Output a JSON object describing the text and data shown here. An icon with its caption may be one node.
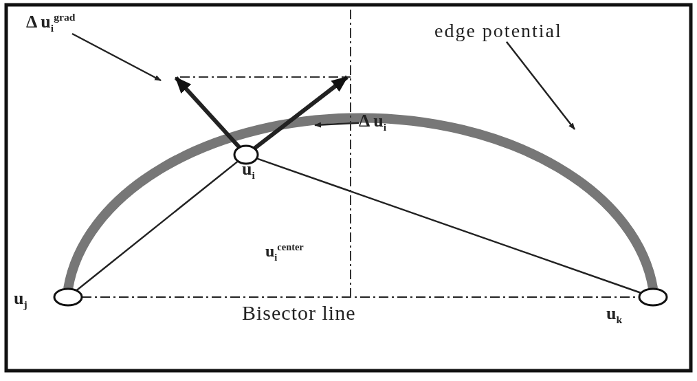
{
  "diagram": {
    "nodes": [
      {
        "text": [],
        "shape": "circle",
        "beside": [
          "u$_{i}$"
        ]
      },
      {
        "text": [],
        "shape": "circle",
        "beside": [
          "u$_{j}$"
        ]
      },
      {
        "text": [],
        "shape": "circle",
        "beside": [
          "u$_{k}$"
        ]
      },
      {
        "text": [
          "Δ u$_{i}$$^{grad}$"
        ]
      },
      {
        "text": [
          "edge potential"
        ]
      },
      {
        "text": [
          "Δ u$_{i}$"
        ]
      }
    ],
    "edges": [
      {
        "from": 1,
        "to": 0,
        "arrow": "none"
      },
      {
        "from": 0,
        "to": 2,
        "arrow": "none"
      },
      {
        "from": 0,
        "to": null,
        "arrow": "to",
        "style": "thick"
      },
      {
        "from": 0,
        "to": null,
        "arrow": "to",
        "style": "thick"
      },
      {
        "from": 3,
        "to": null,
        "arrow": "to"
      },
      {
        "from": 4,
        "to": null,
        "arrow": "to"
      },
      {
        "from": 5,
        "to": null,
        "arrow": "to"
      },
      {
        "from": 1,
        "to": 2,
        "arrow": "none",
        "style": "dashed",
        "label": "Bisector line"
      },
      {
        "from": 1,
        "to": 2,
        "arrow": "none",
        "style": "thick",
        "color": "#777777"
      }
    ],
    "labels": [
      "u$_{i}$$^{center}$"
    ]
  }
}
